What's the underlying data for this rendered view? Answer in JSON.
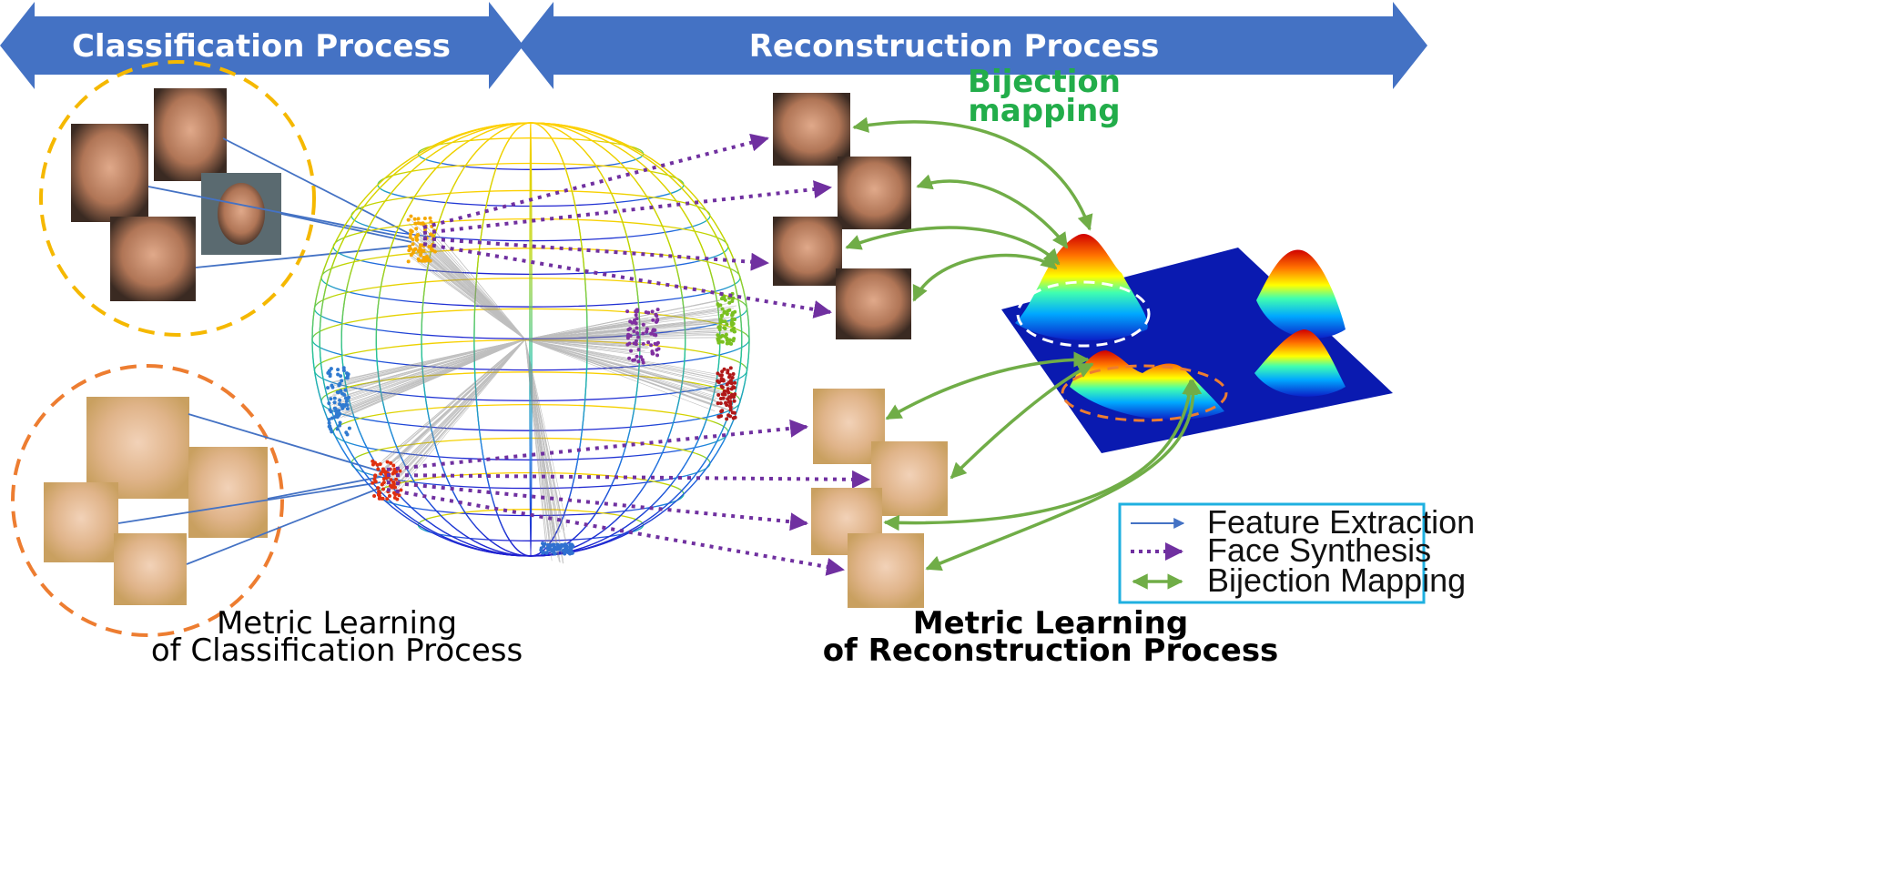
{
  "header": {
    "classification_label": "Classification Process",
    "reconstruction_label": "Reconstruction Process"
  },
  "annotation": {
    "bijection_line1": "Bijection",
    "bijection_line2": "mapping"
  },
  "captions": {
    "left_line1": "Metric Learning",
    "left_line2": "of Classification Process",
    "right_line1": "Metric Learning",
    "right_line2": "of Reconstruction Process"
  },
  "legend": {
    "items": [
      {
        "label": "Feature Extraction",
        "style": "solid-arrow",
        "color": "#4472c4"
      },
      {
        "label": "Face Synthesis",
        "style": "dotted-arrow",
        "color": "#7030a0"
      },
      {
        "label": "Bijection Mapping",
        "style": "double-arrow",
        "color": "#70ad47"
      }
    ]
  },
  "colors": {
    "banner": "#4472c4",
    "identity_1_circle": "#f5b800",
    "identity_2_circle": "#ed7d31",
    "feature_extraction": "#4472c4",
    "face_synthesis": "#7030a0",
    "bijection": "#70ad47",
    "bijection_text": "#22ad4a",
    "legend_border": "#1fb0e0"
  }
}
